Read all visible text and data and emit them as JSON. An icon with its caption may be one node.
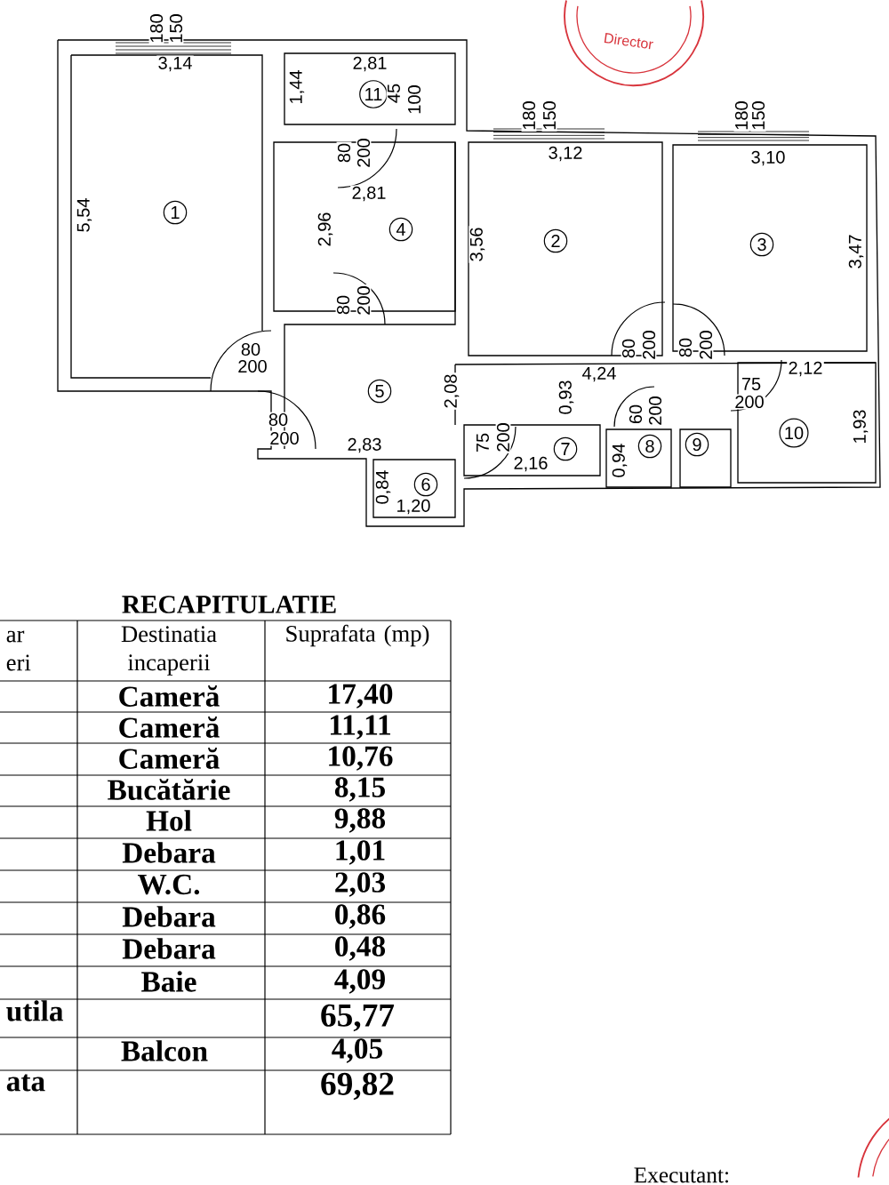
{
  "diagram": {
    "title": "RECAPITULATIE",
    "labels": [
      "Director",
      "180",
      "150",
      "3,14",
      "2,81",
      "1,44",
      "11",
      "45",
      "100",
      "5,54",
      "1",
      "80",
      "200",
      "2,81",
      "2,96",
      "4",
      "180",
      "150",
      "3,12",
      "180",
      "150",
      "3,10",
      "3,56",
      "2",
      "3",
      "3,47",
      "80",
      "200",
      "80",
      "200",
      "5",
      "2,08",
      "80",
      "200",
      "80",
      "200",
      "0,93",
      "4,24",
      "2,12",
      "75",
      "200",
      "80",
      "200",
      "2,83",
      "75",
      "200",
      "7",
      "60",
      "200",
      "8",
      "9",
      "10",
      "1,93",
      "0,94",
      "6",
      "0,84",
      "2,16",
      "1,20",
      "ar eri",
      "Destinatia incaperii",
      "Suprafata (mp)",
      "Cameră",
      "17,40",
      "Cameră",
      "11,11",
      "Cameră",
      "10,76",
      "Bucătărie",
      "8,15",
      "Hol",
      "9,88",
      "Debara",
      "1,01",
      "W.C.",
      "2,03",
      "Debara",
      "0,86",
      "Debara",
      "0,48",
      "Baie",
      "4,09",
      "utila",
      "65,77",
      "Balcon",
      "4,05",
      "ata",
      "69,82",
      "Executant:"
    ]
  }
}
